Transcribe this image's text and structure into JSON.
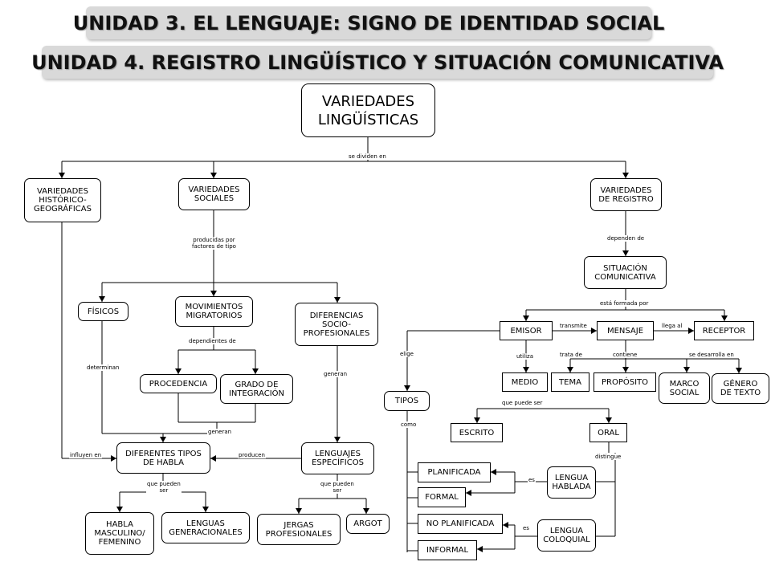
{
  "titles": {
    "unit3": "UNIDAD 3. EL LENGUAJE: SIGNO DE IDENTIDAD SOCIAL",
    "unit4": "UNIDAD 4. REGISTRO LINGÜÍSTICO Y SITUACIÓN COMUNICATIVA"
  },
  "nodes": {
    "main": "VARIEDADES\nLINGÜÍSTICAS",
    "historico": "VARIEDADES\nHISTÓRICO-\nGEOGRÁFICAS",
    "sociales": "VARIEDADES\nSOCIALES",
    "registro": "VARIEDADES\nDE REGISTRO",
    "situacion": "SITUACIÓN\nCOMUNICATIVA",
    "fisicos": "FÍSICOS",
    "movimientos": "MOVIMIENTOS\nMIGRATORIOS",
    "diferencias": "DIFERENCIAS\nSOCIO-\nPROFESIONALES",
    "procedencia": "PROCEDENCIA",
    "grado": "GRADO DE\nINTEGRACIÓN",
    "tipos_habla": "DIFERENTES TIPOS\nDE HABLA",
    "lenguajes": "LENGUAJES\nESPECÍFICOS",
    "habla_mf": "HABLA\nMASCULINO/\nFEMENINO",
    "generacionales": "LENGUAS\nGENERACIONALES",
    "jergas": "JERGAS\nPROFESIONALES",
    "argot": "ARGOT",
    "emisor": "EMISOR",
    "mensaje": "MENSAJE",
    "receptor": "RECEPTOR",
    "medio": "MEDIO",
    "tema": "TEMA",
    "proposito": "PROPÓSITO",
    "marco": "MARCO\nSOCIAL",
    "genero": "GÉNERO\nDE TEXTO",
    "tipos": "TIPOS",
    "escrito": "ESCRITO",
    "oral": "ORAL",
    "planificada": "PLANIFICADA",
    "formal": "FORMAL",
    "no_planificada": "NO PLANIFICADA",
    "informal": "INFORMAL",
    "lengua_hablada": "LENGUA\nHABLADA",
    "lengua_coloquial": "LENGUA\nCOLOQUIAL"
  },
  "labels": {
    "se_dividen": "se dividen en",
    "producidas": "producidas por\nfactores de tipo",
    "dependen": "dependen de",
    "dependientes": "dependientes de",
    "determinan": "determinan",
    "generan1": "generan",
    "generan2": "generan",
    "influyen": "influyen en",
    "producen": "producen",
    "que_pueden1": "que pueden\nser",
    "que_pueden2": "que pueden\nser",
    "esta_formada": "está formada por",
    "transmite": "transmite",
    "llega_al": "llega al",
    "elige": "elige",
    "utiliza": "utiliza",
    "trata_de": "trata de",
    "contiene": "contiene",
    "se_desarrolla": "se desarrolla en",
    "que_puede": "que puede ser",
    "como": "como",
    "distingue": "distingue",
    "es1": "es",
    "es2": "es"
  }
}
